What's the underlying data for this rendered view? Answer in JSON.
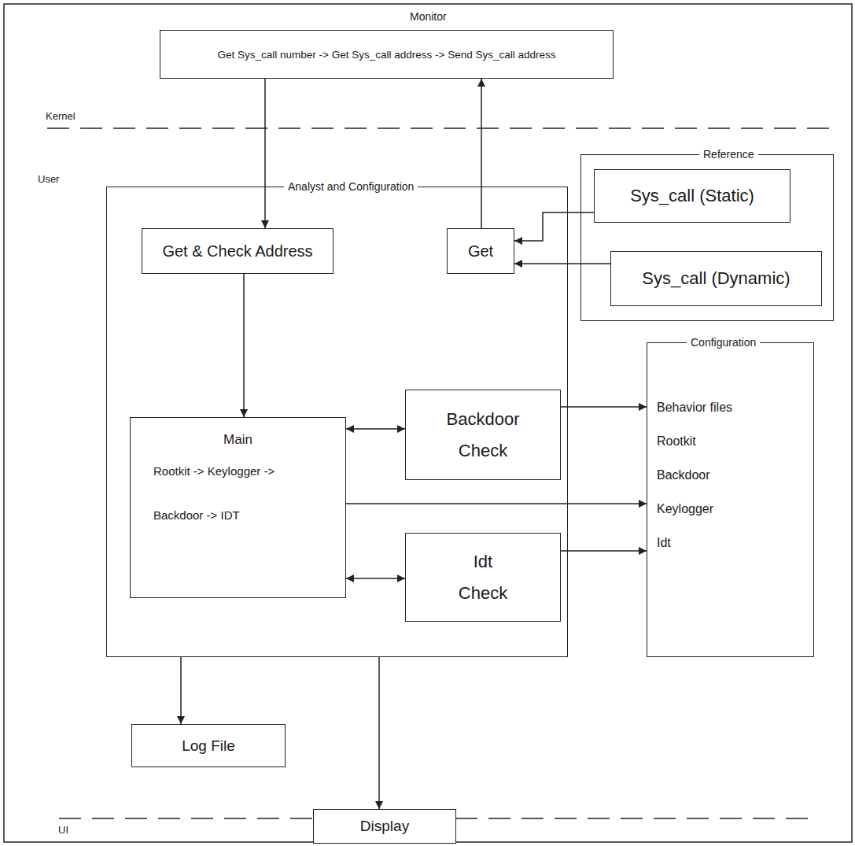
{
  "diagram": {
    "nodes": [
      {
        "text": [
          "Monitor",
          "Get Sys_call number -> Get Sys_call address -> Send Sys_call address"
        ]
      },
      {
        "text": [
          "Analyst and Configuration"
        ]
      },
      {
        "text": [
          "Get & Check Address"
        ],
        "in": 1
      },
      {
        "text": [
          "Get"
        ],
        "in": 1
      },
      {
        "text": [
          "Reference"
        ]
      },
      {
        "text": [
          "Sys_call (Static)"
        ],
        "in": 4
      },
      {
        "text": [
          "Sys_call (Dynamic)"
        ],
        "in": 4
      },
      {
        "text": [
          "Main",
          "Rootkit -> Keylogger -> Backdoor -> IDT"
        ],
        "in": 1
      },
      {
        "text": [
          "Backdoor Check"
        ],
        "in": 1
      },
      {
        "text": [
          "Idt Check"
        ],
        "in": 1
      },
      {
        "text": [
          "Configuration",
          "Behavior files",
          "Rootkit",
          "Backdoor",
          "Keylogger",
          "Idt"
        ]
      },
      {
        "text": [
          "Log File"
        ]
      },
      {
        "text": [
          "Display"
        ]
      }
    ],
    "edges": [
      {
        "from": 0,
        "to": 2,
        "arrow": "to"
      },
      {
        "from": 3,
        "to": 0,
        "arrow": "to"
      },
      {
        "from": 5,
        "to": 3,
        "arrow": "to"
      },
      {
        "from": 6,
        "to": 3,
        "arrow": "to"
      },
      {
        "from": 2,
        "to": 7,
        "arrow": "to"
      },
      {
        "from": 7,
        "to": 8,
        "arrow": "both"
      },
      {
        "from": 7,
        "to": 9,
        "arrow": "both"
      },
      {
        "from": 7,
        "to": 10,
        "arrow": "to"
      },
      {
        "from": 8,
        "to": 10,
        "arrow": "to"
      },
      {
        "from": 9,
        "to": 10,
        "arrow": "to"
      },
      {
        "from": 1,
        "to": 11,
        "arrow": "to"
      },
      {
        "from": 1,
        "to": 12,
        "arrow": "to"
      }
    ],
    "labels": [
      "Kernel",
      "User",
      "UI"
    ]
  }
}
